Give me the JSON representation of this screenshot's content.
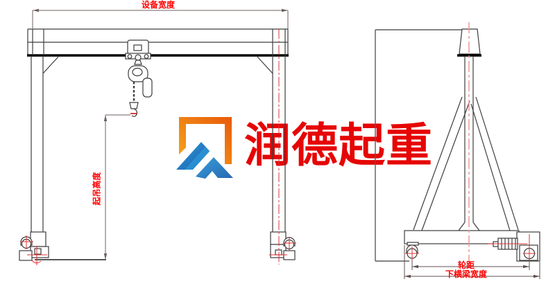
{
  "watermark": {
    "logo_icon": "runde-mountain-frame-logo",
    "brand_text": "润德起重",
    "brand_color": "#e60505",
    "logo_orange": "#f07a12",
    "logo_orange_dark": "#e85a0a",
    "logo_blue": "#1f74c8",
    "logo_blue_light": "#2e9ad8"
  },
  "dimensions": {
    "equipment_width": {
      "label": "设备宽度"
    },
    "lifting_height": {
      "label": "起吊高度"
    },
    "wheel_base": {
      "label": "轮距"
    },
    "lower_beam_width": {
      "label": "下横梁宽度"
    }
  },
  "colors": {
    "dimension_label": "#ff0000",
    "drawing_line": "#3d3d3d",
    "thick_line": "#000000",
    "centerline_red": "#e03030",
    "centerline_pink": "#f09090",
    "extension_line": "#6f5f5f"
  }
}
